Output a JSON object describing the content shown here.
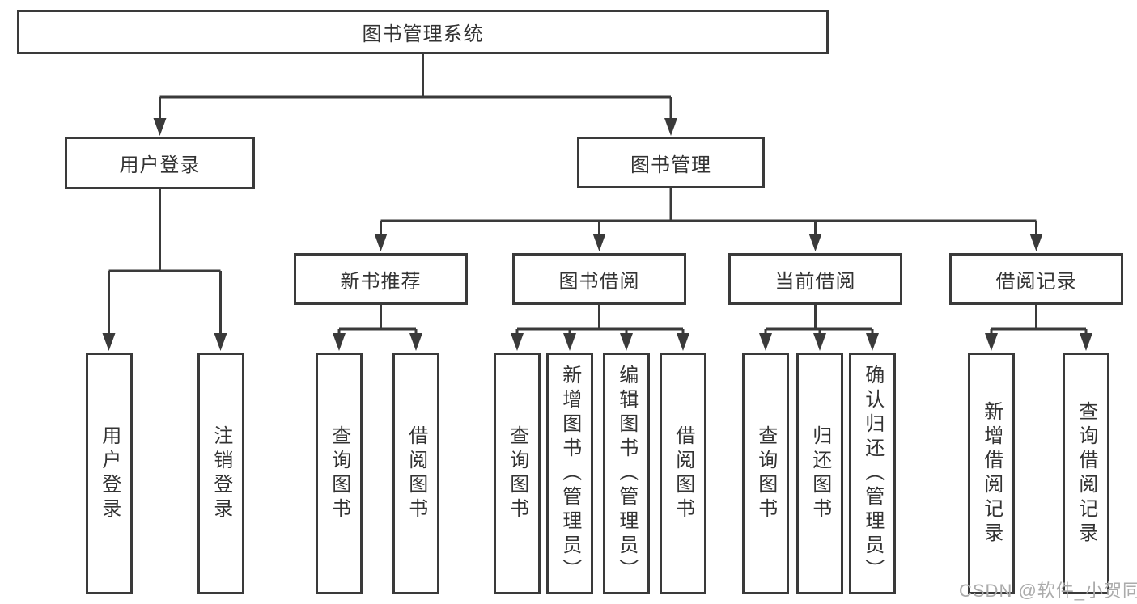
{
  "nodes": {
    "root": "图书管理系统",
    "user_login": {
      "label": "用户登录",
      "children": [
        "用户登录",
        "注销登录"
      ]
    },
    "book_mgmt": {
      "label": "图书管理"
    },
    "new_books": {
      "label": "新书推荐",
      "children": [
        "查询图书",
        "借阅图书"
      ]
    },
    "borrowing": {
      "label": "图书借阅",
      "children": [
        "查询图书",
        "新增图书（管理员）",
        "编辑图书（管理员）",
        "借阅图书"
      ]
    },
    "current": {
      "label": "当前借阅",
      "children": [
        "查询图书",
        "归还图书",
        "确认归还（管理员）"
      ]
    },
    "records": {
      "label": "借阅记录",
      "children": [
        "新增借阅记录",
        "查询借阅记录"
      ]
    }
  },
  "watermark": "CSDN @软件_小贺同学",
  "colors": {
    "line": "#3a3a3a",
    "text": "#333333",
    "watermark": "#ababab"
  }
}
